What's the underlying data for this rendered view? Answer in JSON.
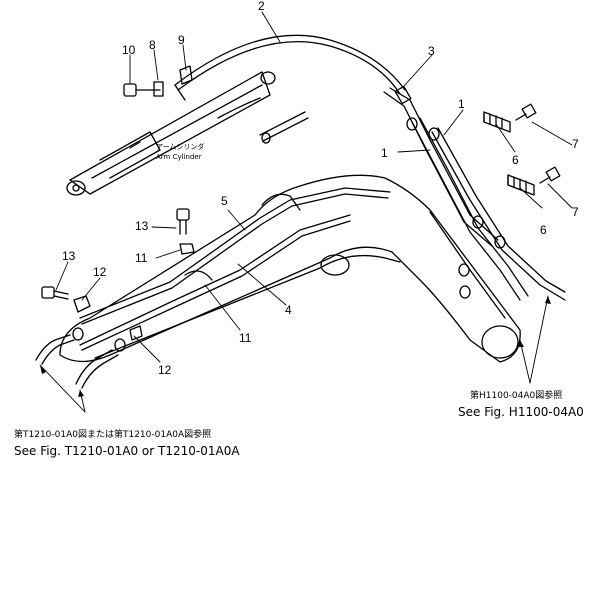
{
  "callouts": {
    "c1a": "1",
    "c1b": "1",
    "c2": "2",
    "c3": "3",
    "c4": "4",
    "c5": "5",
    "c6a": "6",
    "c6b": "6",
    "c7a": "7",
    "c7b": "7",
    "c8": "8",
    "c9": "9",
    "c10": "10",
    "c11a": "11",
    "c11b": "11",
    "c12a": "12",
    "c12b": "12",
    "c13a": "13",
    "c13b": "13"
  },
  "arm_cylinder": {
    "jp": "アームシリンダ",
    "en": "Arm Cylinder"
  },
  "refs": {
    "right_jp": "第H1100-04A0図参照",
    "right_en": "See Fig. H1100-04A0",
    "left_jp": "第T1210-01A0図または第T1210-01A0A図参照",
    "left_en": "See Fig. T1210-01A0 or T1210-01A0A"
  }
}
